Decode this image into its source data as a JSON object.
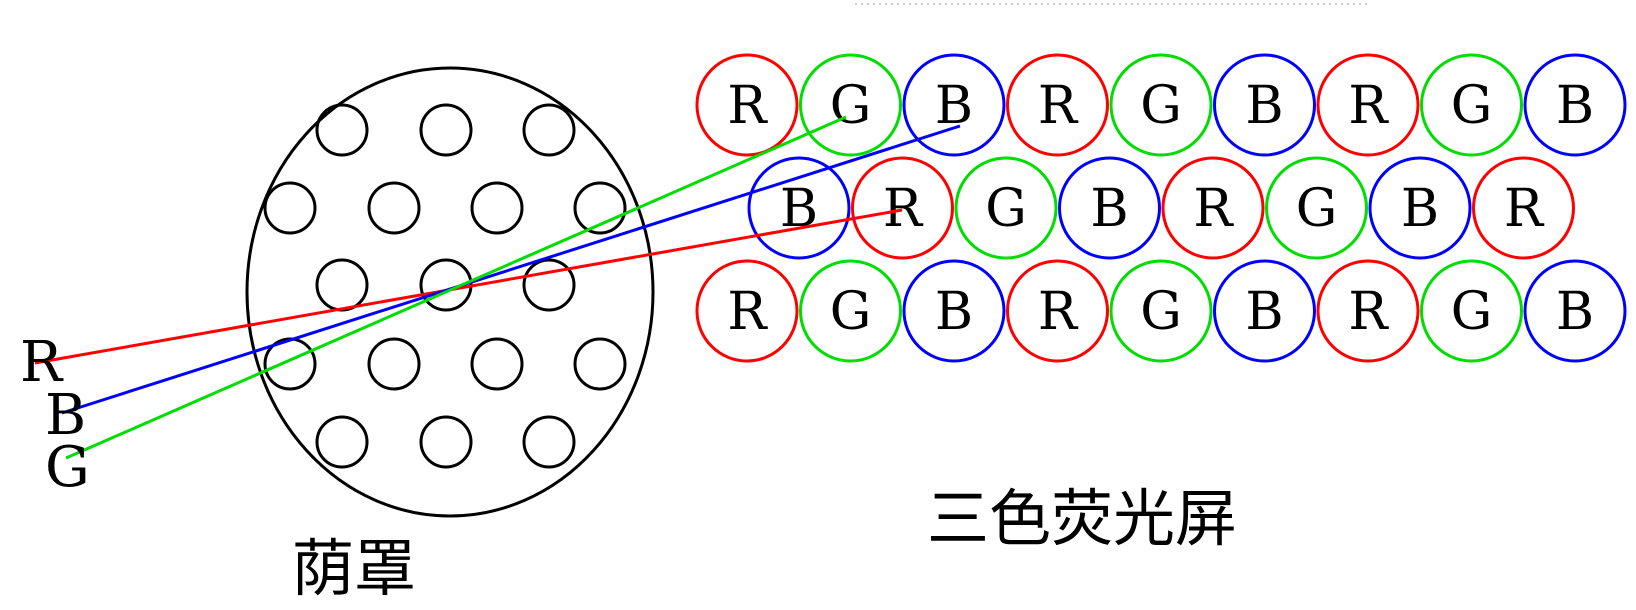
{
  "colors": {
    "R": "#ff0000",
    "G": "#00dd00",
    "B": "#0000ff",
    "outline": "#000000"
  },
  "screen_rows": [
    [
      "R",
      "G",
      "B",
      "R",
      "G",
      "B",
      "R",
      "G",
      "B"
    ],
    [
      "B",
      "R",
      "G",
      "B",
      "R",
      "G",
      "B",
      "R"
    ],
    [
      "R",
      "G",
      "B",
      "R",
      "G",
      "B",
      "R",
      "G",
      "B"
    ]
  ],
  "guns": [
    {
      "label": "R",
      "color": "R"
    },
    {
      "label": "B",
      "color": "B"
    },
    {
      "label": "G",
      "color": "G"
    }
  ],
  "labels": {
    "shadow_mask": "荫罩",
    "phosphor_screen": "三色荧光屏"
  }
}
